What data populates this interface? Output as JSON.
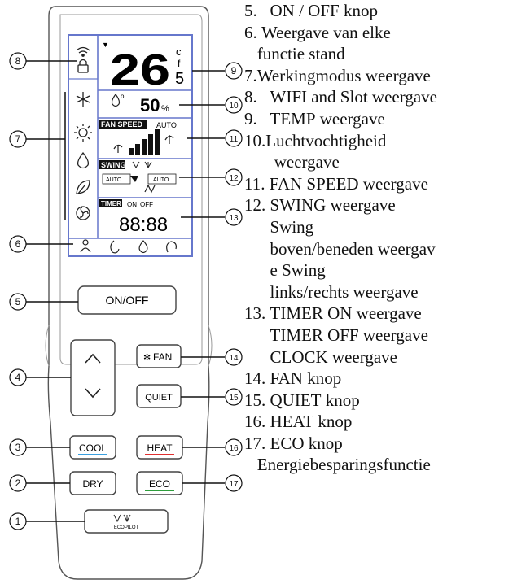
{
  "lcd": {
    "temperature": "26",
    "temp_decimal": "5",
    "temp_unit_c": "c",
    "temp_unit_f": "f",
    "humidity_value": "50",
    "humidity_unit": "%",
    "fan_speed_label": "FAN SPEED",
    "fan_auto": "AUTO",
    "swing_label": "SWING",
    "swing_auto_1": "AUTO",
    "swing_auto_2": "AUTO",
    "timer_label": "TIMER",
    "timer_on": "ON",
    "timer_off": "OFF",
    "clock": "88:88"
  },
  "buttons": {
    "onoff": "ON/OFF",
    "fan": "FAN",
    "quiet": "QUIET",
    "cool": "COOL",
    "heat": "HEAT",
    "dry": "DRY",
    "eco": "ECO",
    "ecopilot": "ECOPILOT",
    "up": "^",
    "down": "v"
  },
  "callouts": [
    "1",
    "2",
    "3",
    "4",
    "5",
    "6",
    "7",
    "8",
    "9",
    "10",
    "11",
    "12",
    "13",
    "14",
    "15",
    "16",
    "17"
  ],
  "legend": [
    "5.   ON / OFF knop",
    "6. Weergave van elke",
    "   functie stand",
    "7.Werkingmodus weergave",
    "8.   WIFI and Slot weergave",
    "9.   TEMP weergave",
    "10.Luchtvochtigheid",
    "       weergave",
    "11. FAN SPEED weergave",
    "12. SWING weergave",
    "      Swing",
    "      boven/beneden weergav",
    "      e Swing",
    "      links/rechts weergave",
    "13. TIMER ON weergave",
    "      TIMER OFF weergave",
    "      CLOCK weergave",
    "14. FAN knop",
    "15. QUIET knop",
    "16. HEAT knop",
    "17. ECO knop",
    "   Energiebesparingsfunctie"
  ],
  "colors": {
    "cool_underline": "#3aa0e0",
    "heat_underline": "#e03030",
    "eco_underline": "#2e9e3c",
    "lcd_border": "#6677cc"
  }
}
